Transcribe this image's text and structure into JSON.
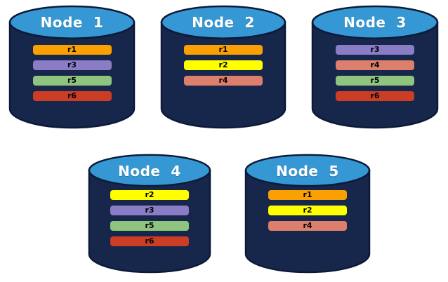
{
  "diagram_title": "",
  "colors": {
    "background": "#ffffff",
    "cylinder_body": "#17264B",
    "cylinder_outline": "#0C1A38",
    "cylinder_top": "#3598D4",
    "title_text": "#FFFFFF",
    "bar_text": "#000000"
  },
  "replica_colors": {
    "r1": "#FAA002",
    "r2": "#FFFF00",
    "r3": "#8A7CC5",
    "r4": "#DC7F6C",
    "r5": "#8FC47E",
    "r6": "#CB3D24"
  },
  "nodes": [
    {
      "label": "Node  1",
      "replicas": [
        "r1",
        "r3",
        "r5",
        "r6"
      ]
    },
    {
      "label": "Node  2",
      "replicas": [
        "r1",
        "r2",
        "r4"
      ]
    },
    {
      "label": "Node  3",
      "replicas": [
        "r3",
        "r4",
        "r5",
        "r6"
      ]
    },
    {
      "label": "Node  4",
      "replicas": [
        "r2",
        "r3",
        "r5",
        "r6"
      ]
    },
    {
      "label": "Node  5",
      "replicas": [
        "r1",
        "r2",
        "r4"
      ]
    }
  ]
}
